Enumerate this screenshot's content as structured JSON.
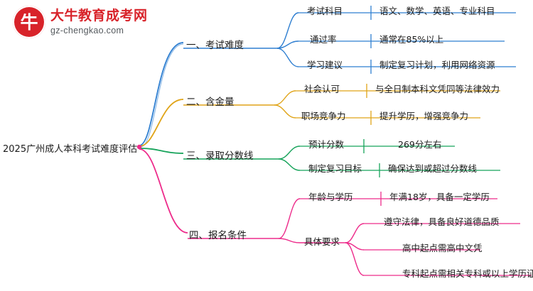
{
  "logo": {
    "icon": "cow-badge-icon",
    "glyph": "牛",
    "ghost_glyph": "大牛",
    "title": "大牛教育成考网",
    "subtitle": "gz-chengkao.com"
  },
  "colors": {
    "branch1": "#2f7fd1",
    "branch2": "#e0a418",
    "branch3": "#16a35a",
    "branch4": "#ed2c8b",
    "root_text": "#1b1b1b",
    "logo_red": "#d8232a",
    "logo_sub": "#555a5e"
  },
  "mindmap": {
    "root": "2025广州成人本科考试难度评估",
    "branches": [
      {
        "label": "一、考试难度",
        "color": "#2f7fd1",
        "children": [
          {
            "label": "考试科目",
            "detail": "语文、数学、英语、专业科目"
          },
          {
            "label": "通过率",
            "detail": "通常在85%以上"
          },
          {
            "label": "学习建议",
            "detail": "制定复习计划，利用网络资源"
          }
        ]
      },
      {
        "label": "二、含金量",
        "color": "#e0a418",
        "children": [
          {
            "label": "社会认可",
            "detail": "与全日制本科文凭同等法律效力"
          },
          {
            "label": "职场竞争力",
            "detail": "提升学历，增强竞争力"
          }
        ]
      },
      {
        "label": "三、录取分数线",
        "color": "#16a35a",
        "children": [
          {
            "label": "预计分数",
            "detail": "269分左右"
          },
          {
            "label": "制定复习目标",
            "detail": "确保达到或超过分数线"
          }
        ]
      },
      {
        "label": "四、报名条件",
        "color": "#ed2c8b",
        "children": [
          {
            "label": "年龄与学历",
            "detail": "年满18岁，具备一定学历"
          },
          {
            "label": "具体要求",
            "details": [
              "遵守法律，具备良好道德品质",
              "高中起点需高中文凭",
              "专科起点需相关专科或以上学历证书"
            ]
          }
        ]
      }
    ]
  }
}
